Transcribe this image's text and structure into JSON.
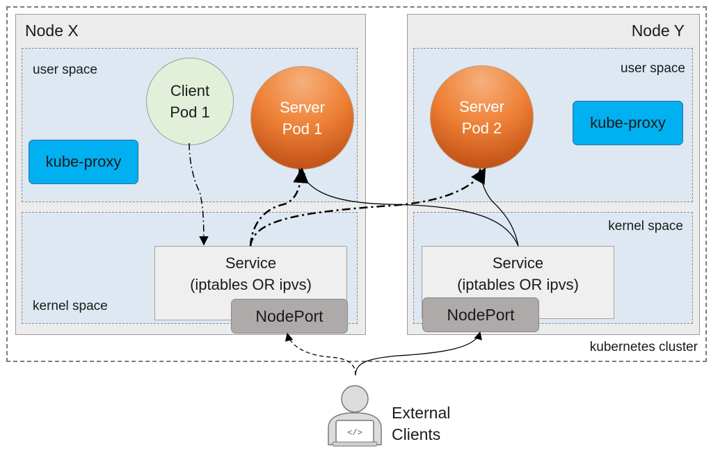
{
  "cluster": {
    "label": "kubernetes cluster"
  },
  "node_x": {
    "title": "Node X",
    "user_space_label": "user space",
    "kernel_space_label": "kernel space",
    "kube_proxy": "kube-proxy",
    "client_pod": {
      "line1": "Client",
      "line2": "Pod 1"
    },
    "server_pod": {
      "line1": "Server",
      "line2": "Pod 1"
    },
    "service": {
      "line1": "Service",
      "line2": "(iptables OR ipvs)"
    },
    "nodeport": "NodePort"
  },
  "node_y": {
    "title": "Node Y",
    "user_space_label": "user space",
    "kernel_space_label": "kernel space",
    "kube_proxy": "kube-proxy",
    "server_pod": {
      "line1": "Server",
      "line2": "Pod 2"
    },
    "service": {
      "line1": "Service",
      "line2": "(iptables OR ipvs)"
    },
    "nodeport": "NodePort"
  },
  "external": {
    "line1": "External",
    "line2": "Clients"
  },
  "colors": {
    "kube_proxy": "#00b0f0",
    "server_pod": "#ee8136",
    "client_pod": "#e2efd9",
    "nodeport": "#aeaaaa",
    "space_bg": "#dde8f3",
    "node_bg": "#ececec"
  }
}
